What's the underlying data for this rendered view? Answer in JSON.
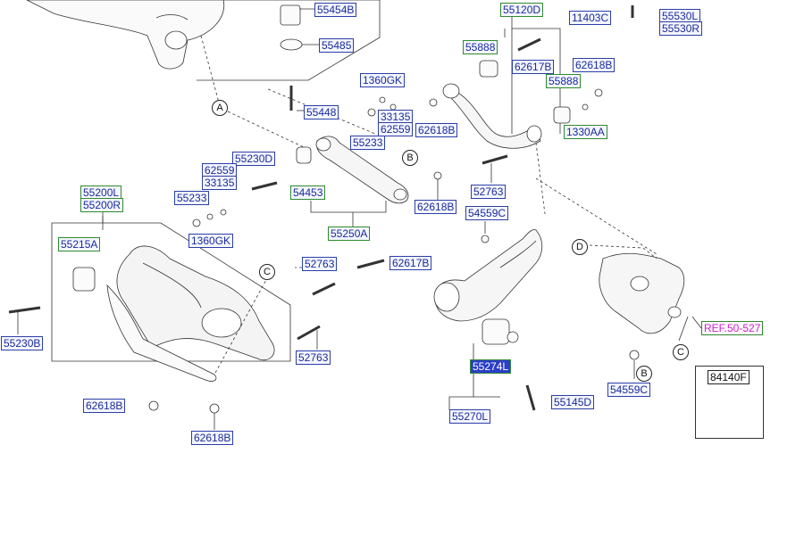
{
  "labels": {
    "l55454B": "55454B",
    "l55485": "55485",
    "l55448": "55448",
    "l55120D": "55120D",
    "l11403C": "11403C",
    "l55530L": "55530L",
    "l55530R": "55530R",
    "l55888a": "55888",
    "l62617Ba": "62617B",
    "l62618Ba": "62618B",
    "l55888b": "55888",
    "l1330AA": "1330AA",
    "l1360GKa": "1360GK",
    "l33135a": "33135",
    "l62559a": "62559",
    "l62618Bb": "62618B",
    "l55233a": "55233",
    "l55230D": "55230D",
    "l62559b": "62559",
    "l33135b": "33135",
    "l55233b": "55233",
    "l54453": "54453",
    "l62618Bc": "62618B",
    "l52763a": "52763",
    "l54559Ca": "54559C",
    "l55250A": "55250A",
    "l55200L": "55200L",
    "l55200R": "55200R",
    "l1360GKb": "1360GK",
    "l55215A": "55215A",
    "l52763b": "52763",
    "l62617Bb": "62617B",
    "l55230B": "55230B",
    "l52763c": "52763",
    "l62618Bd": "62618B",
    "l62618Be": "62618B",
    "l55274L": "55274L",
    "l55145D": "55145D",
    "l55270L": "55270L",
    "l54559Cb": "54559C",
    "lREF": "REF.50-527",
    "l84140F": "84140F"
  },
  "callouts": {
    "cA": "A",
    "cB1": "B",
    "cC1": "C",
    "cD": "D",
    "cB2": "B",
    "cC2": "C"
  },
  "colors": {
    "label_border_blue": "#2b3ea8",
    "label_border_green": "#2f8a2f",
    "label_text": "#1a2a9a",
    "highlight_fill": "#2b3ec8",
    "ref_text": "#c02bc0",
    "line": "#333333"
  }
}
